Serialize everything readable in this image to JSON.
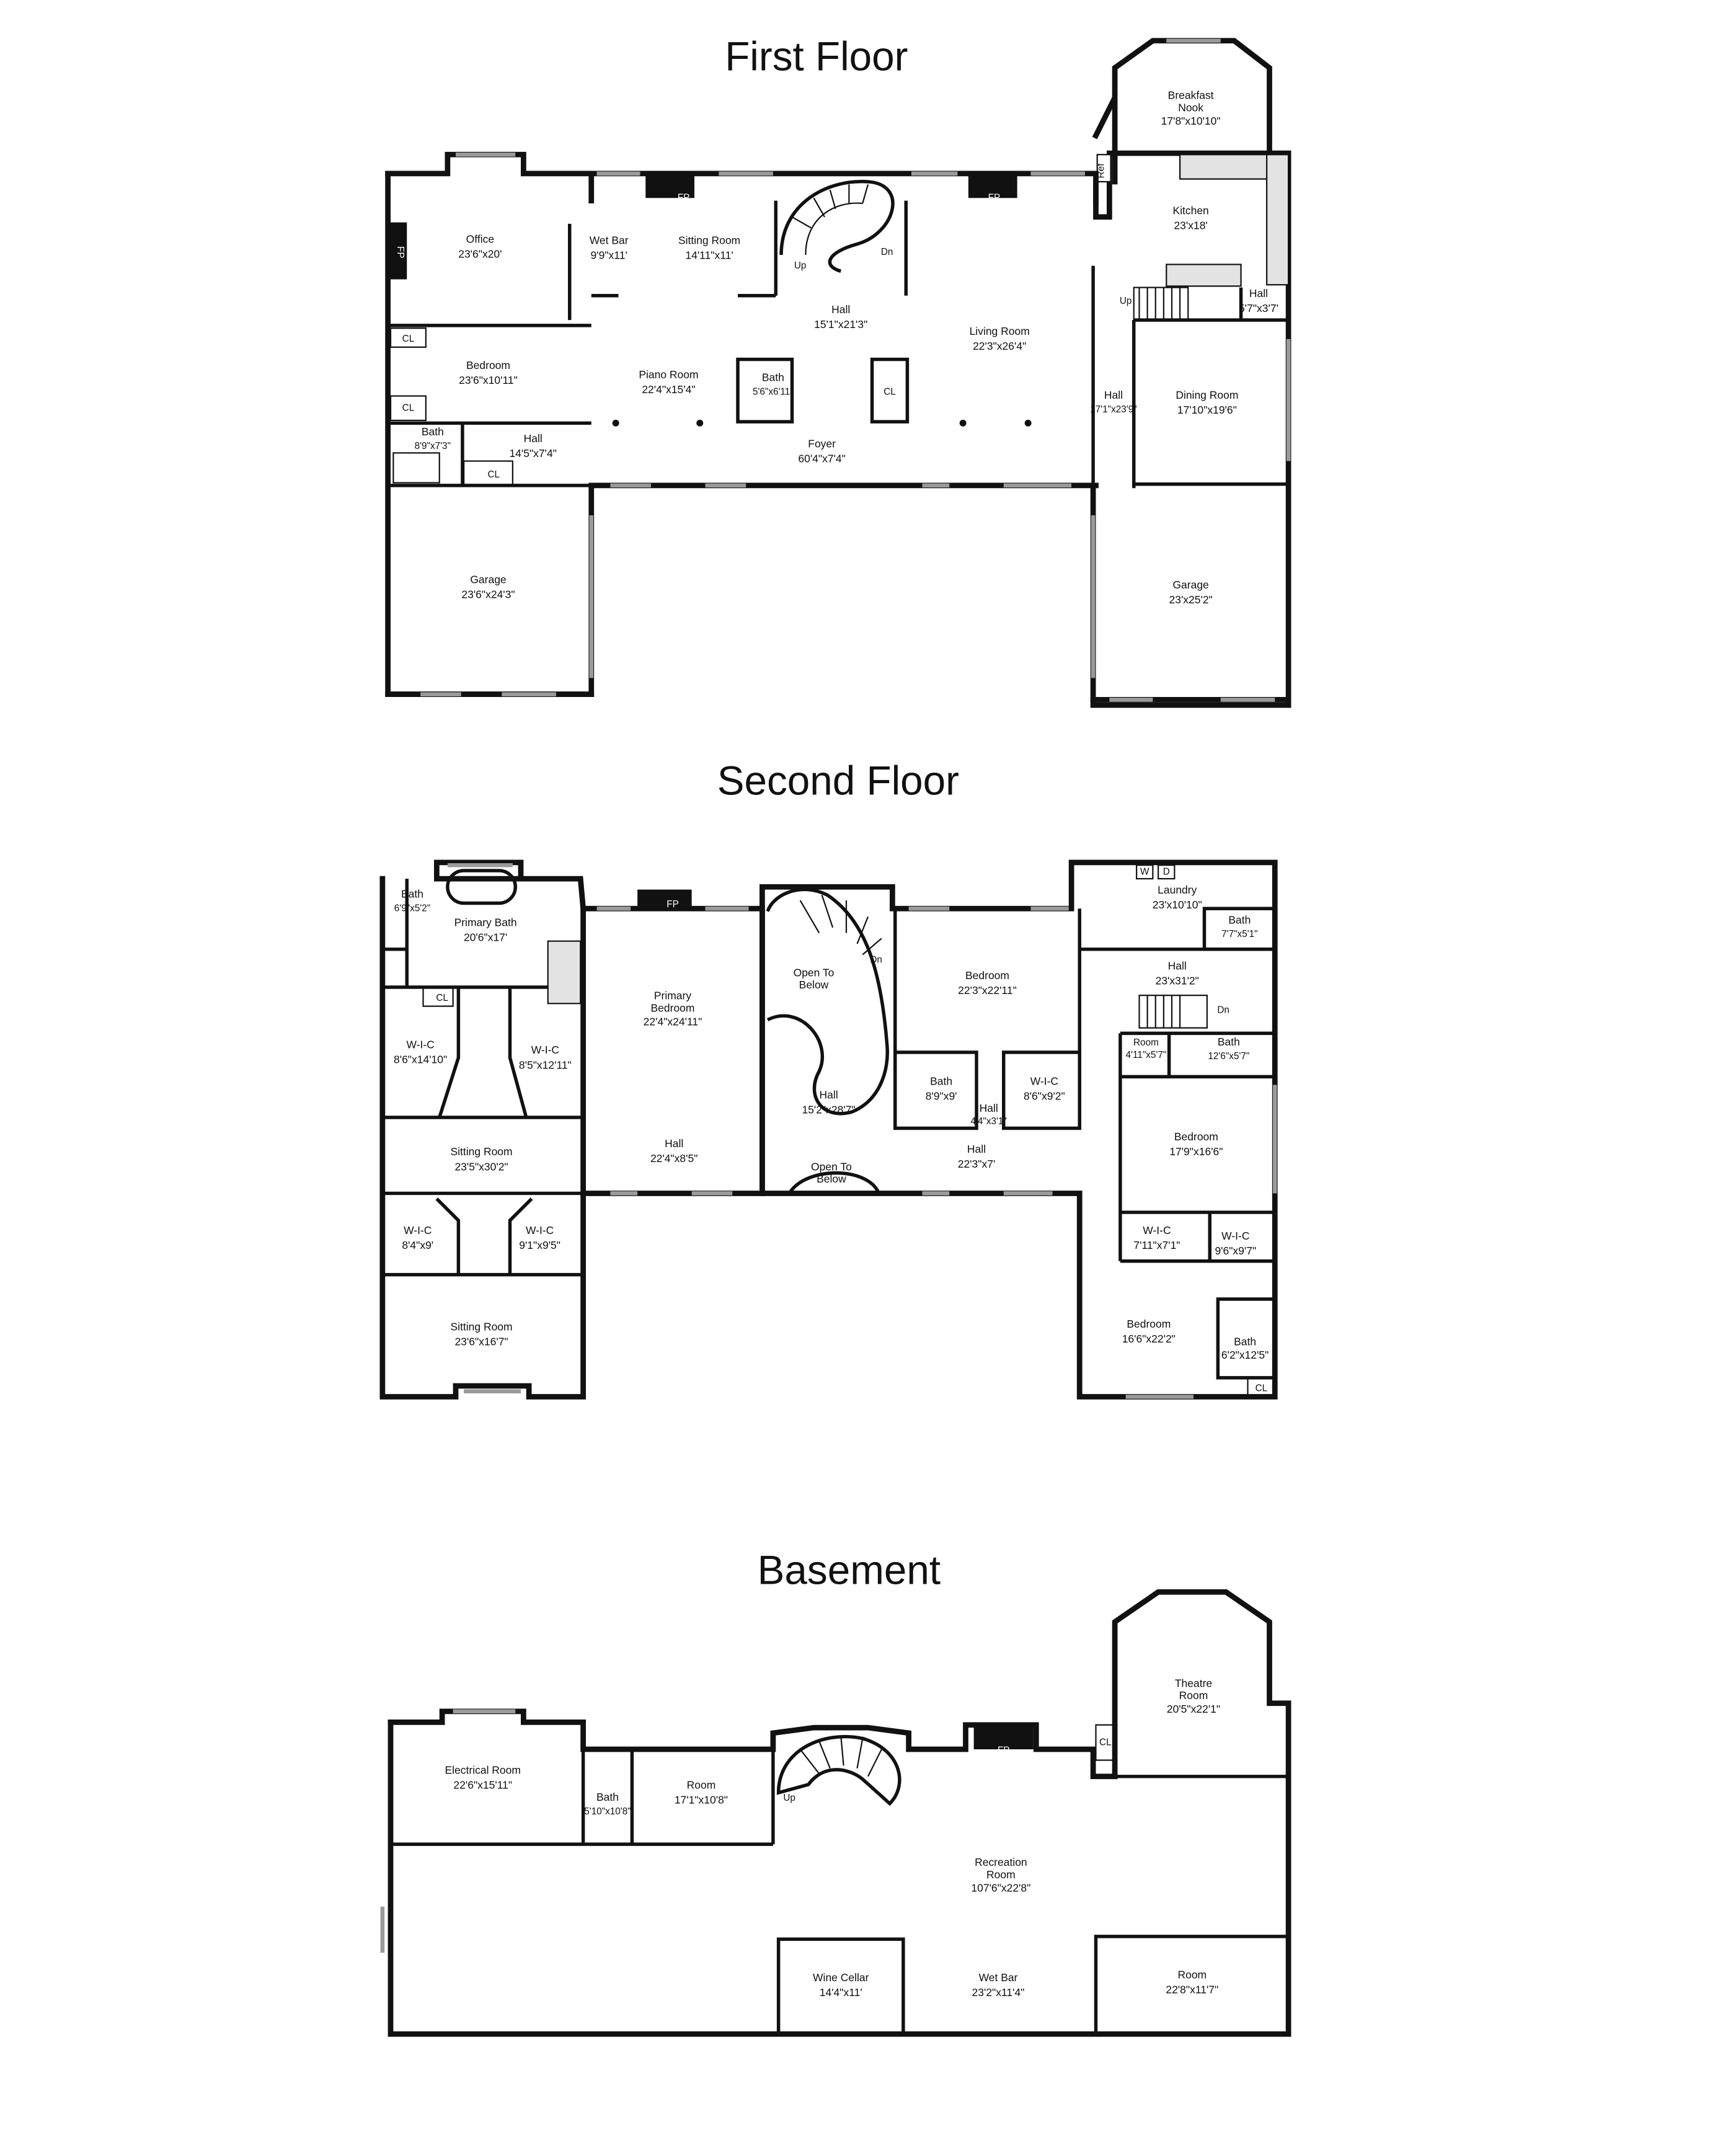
{
  "floors": [
    {
      "title": "First Floor",
      "rooms": [
        {
          "name": "Breakfast\nNook",
          "dim": "17'8\"x10'10\""
        },
        {
          "name": "Kitchen",
          "dim": "23'x18'"
        },
        {
          "name": "Office",
          "dim": "23'6\"x20'"
        },
        {
          "name": "Wet Bar",
          "dim": "9'9\"x11'"
        },
        {
          "name": "Sitting Room",
          "dim": "14'11\"x11'"
        },
        {
          "name": "Hall",
          "dim": "15'1\"x21'3\""
        },
        {
          "name": "Living Room",
          "dim": "22'3\"x26'4\""
        },
        {
          "name": "Hall",
          "dim": "5'7\"x3'7'"
        },
        {
          "name": "Bedroom",
          "dim": "23'6\"x10'11\""
        },
        {
          "name": "Piano Room",
          "dim": "22'4\"x15'4\""
        },
        {
          "name": "Bath",
          "dim": "5'6\"x6'11\""
        },
        {
          "name": "Hall",
          "dim": "17'1\"x23'9\""
        },
        {
          "name": "Dining Room",
          "dim": "17'10\"x19'6\""
        },
        {
          "name": "Bath",
          "dim": "8'9\"x7'3\""
        },
        {
          "name": "Hall",
          "dim": "14'5\"x7'4\""
        },
        {
          "name": "Foyer",
          "dim": "60'4\"x7'4\""
        },
        {
          "name": "Garage",
          "dim": "23'6\"x24'3\""
        },
        {
          "name": "Garage",
          "dim": "23'x25'2\""
        }
      ],
      "labels": [
        "FP",
        "FP",
        "FP",
        "Up",
        "Dn",
        "Up",
        "CL",
        "CL",
        "CL",
        "CL",
        "Ref"
      ]
    },
    {
      "title": "Second Floor",
      "rooms": [
        {
          "name": "Bath",
          "dim": "6'9\"x5'2\""
        },
        {
          "name": "Primary Bath",
          "dim": "20'6\"x17'"
        },
        {
          "name": "Primary\nBedroom",
          "dim": "22'4\"x24'11\""
        },
        {
          "name": "Open To\nBelow",
          "dim": ""
        },
        {
          "name": "Bedroom",
          "dim": "22'3\"x22'11\""
        },
        {
          "name": "Laundry",
          "dim": "23'x10'10\""
        },
        {
          "name": "Bath",
          "dim": "7'7\"x5'1\""
        },
        {
          "name": "Hall",
          "dim": "23'x31'2\""
        },
        {
          "name": "W-I-C",
          "dim": "8'6\"x14'10\""
        },
        {
          "name": "W-I-C",
          "dim": "8'5\"x12'11\""
        },
        {
          "name": "Room",
          "dim": "4'11\"x5'7\""
        },
        {
          "name": "Bath",
          "dim": "12'6\"x5'7\""
        },
        {
          "name": "Bath",
          "dim": "8'9\"x9'"
        },
        {
          "name": "W-I-C",
          "dim": "8'6\"x9'2\""
        },
        {
          "name": "Hall",
          "dim": "15'2\"x28'7\""
        },
        {
          "name": "Hall",
          "dim": "4'4\"x3'1\""
        },
        {
          "name": "Bedroom",
          "dim": "17'9\"x16'6\""
        },
        {
          "name": "Sitting Room",
          "dim": "23'5\"x30'2\""
        },
        {
          "name": "Hall",
          "dim": "22'4\"x8'5\""
        },
        {
          "name": "Open To\nBelow",
          "dim": ""
        },
        {
          "name": "Hall",
          "dim": "22'3\"x7'"
        },
        {
          "name": "W-I-C",
          "dim": "8'4\"x9'"
        },
        {
          "name": "W-I-C",
          "dim": "9'1\"x9'5\""
        },
        {
          "name": "W-I-C",
          "dim": "7'11\"x7'1\""
        },
        {
          "name": "W-I-C",
          "dim": "9'6\"x9'7\""
        },
        {
          "name": "Bedroom",
          "dim": "16'6\"x22'2\""
        },
        {
          "name": "Bath",
          "dim": "6'2\"x12'5\""
        },
        {
          "name": "Sitting Room",
          "dim": "23'6\"x16'7\""
        }
      ],
      "labels": [
        "FP",
        "Dn",
        "Dn",
        "CL",
        "CL",
        "W",
        "D"
      ]
    },
    {
      "title": "Basement",
      "rooms": [
        {
          "name": "Theatre\nRoom",
          "dim": "20'5\"x22'1\""
        },
        {
          "name": "Electrical Room",
          "dim": "22'6\"x15'11\""
        },
        {
          "name": "Bath",
          "dim": "5'10\"x10'8\""
        },
        {
          "name": "Room",
          "dim": "17'1\"x10'8\""
        },
        {
          "name": "Recreation\nRoom",
          "dim": "107'6\"x22'8\""
        },
        {
          "name": "Wine Cellar",
          "dim": "14'4\"x11'"
        },
        {
          "name": "Wet Bar",
          "dim": "23'2\"x11'4\""
        },
        {
          "name": "Room",
          "dim": "22'8\"x11'7\""
        }
      ],
      "labels": [
        "FP",
        "Up",
        "CL"
      ]
    }
  ]
}
